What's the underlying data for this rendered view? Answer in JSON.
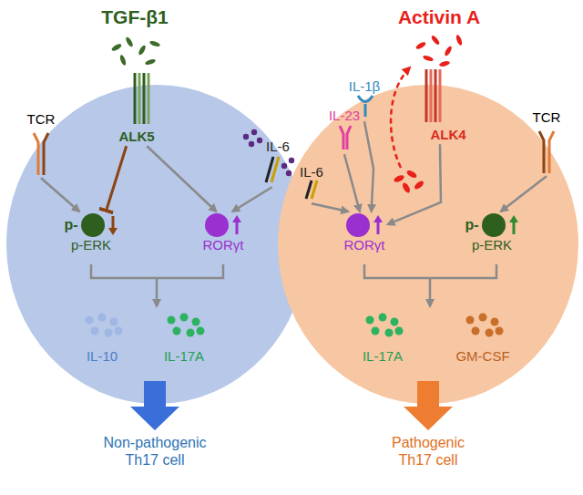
{
  "diagram": {
    "nodes": [
      {
        "text": [
          "TCR"
        ]
      },
      {
        "text": [
          "ALK5"
        ]
      },
      {
        "text": [
          "IL-6"
        ]
      },
      {
        "text": [
          "p-",
          "p-ERK"
        ]
      },
      {
        "text": [
          "RORγt"
        ]
      },
      {
        "text": [
          "IL-1β"
        ]
      },
      {
        "text": [
          "IL-23"
        ]
      },
      {
        "text": [
          "IL-6"
        ]
      },
      {
        "text": [
          "ALK4"
        ]
      },
      {
        "text": [
          "TCR"
        ]
      },
      {
        "text": [
          "RORγt"
        ]
      },
      {
        "text": [
          "p-",
          "p-ERK"
        ]
      }
    ],
    "edges": [
      {
        "from": 0,
        "to": 3,
        "arrow": "to"
      },
      {
        "from": 1,
        "to": 3,
        "arrow": "to"
      },
      {
        "from": 1,
        "to": 4,
        "arrow": "to"
      },
      {
        "from": 2,
        "to": 4,
        "arrow": "to"
      },
      {
        "from": 7,
        "to": 10,
        "arrow": "to"
      },
      {
        "from": 6,
        "to": 10,
        "arrow": "to"
      },
      {
        "from": 5,
        "to": 10,
        "arrow": "to"
      },
      {
        "from": 8,
        "to": 10,
        "arrow": "to"
      },
      {
        "from": 9,
        "to": 11,
        "arrow": "to"
      }
    ],
    "labels": [
      "TGF-β1",
      "Activin A",
      "IL-10",
      "IL-17A",
      "IL-17A",
      "GM-CSF",
      "Non-pathogenic Th17 cell",
      "Pathogenic Th17 cell"
    ]
  }
}
